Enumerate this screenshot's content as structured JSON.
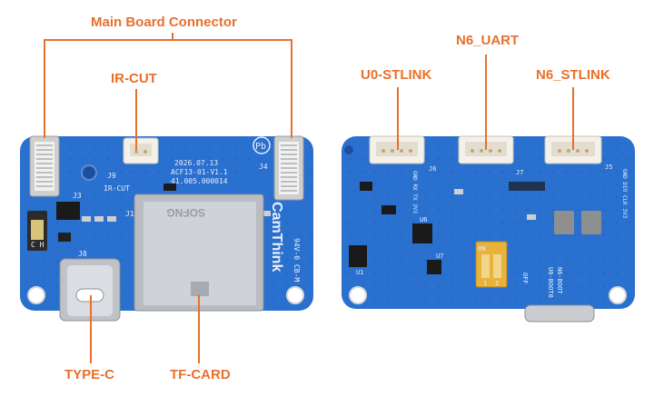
{
  "callouts": {
    "main_board_connector": "Main Board Connector",
    "ir_cut": "IR-CUT",
    "type_c": "TYPE-C",
    "tf_card": "TF-CARD",
    "u0_stlink": "U0-STLINK",
    "n6_uart": "N6_UART",
    "n6_stlink": "N6_STLINK"
  },
  "left_board": {
    "silk_date": "2026.07.13",
    "silk_part": "ACF13-01-V1.1",
    "silk_code": "41.005.000014",
    "ref_j9": "J9",
    "ref_ircut": "IR-CUT",
    "ref_j4": "J4",
    "ref_j3": "J3",
    "ref_j1": "J1",
    "ref_j8": "J8",
    "card_text": "SOFNG",
    "brand": "CamThink",
    "cert": "94V-0 CB-M",
    "pb_mark": "Pb",
    "led_mark": "C H"
  },
  "right_board": {
    "ref_j6": "J6",
    "ref_j7": "J7",
    "ref_j5": "J5",
    "ref_u6": "U6",
    "ref_u1": "U1",
    "ref_u7": "U7",
    "dip_on": "ON",
    "dip_1": "1",
    "dip_2": "2",
    "boot_label_1": "U0-BOOT0",
    "boot_label_2": "N6-BOOT",
    "off_label": "OFF",
    "pins_j6": "GND RX TX 3V3",
    "pins_j5": "GND DIO CLK 3V3"
  }
}
